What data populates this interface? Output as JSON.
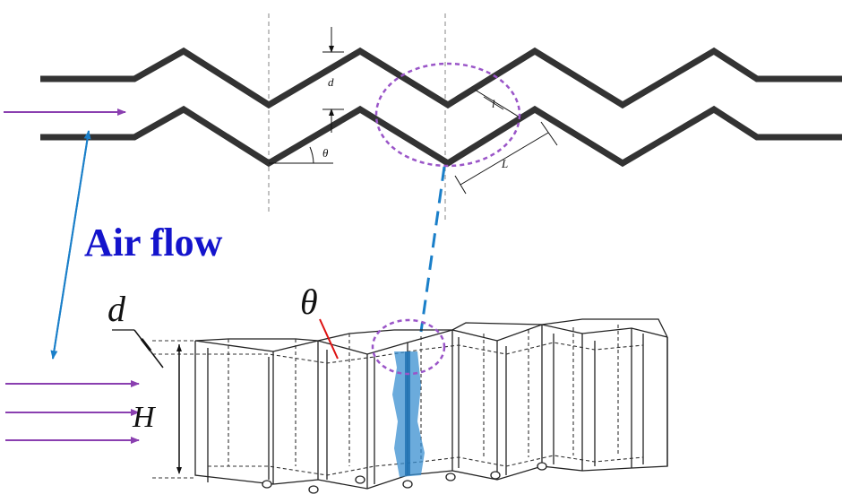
{
  "title": "Air flow",
  "labels": {
    "d_top": "d",
    "theta_top": "θ",
    "l_top": "l",
    "L_top": "L",
    "d_bottom": "d",
    "theta_bottom": "θ",
    "H": "H"
  },
  "colors": {
    "stroke": "#333333",
    "flow_arrow": "#8a3fb0",
    "title": "#1414cc",
    "link_line": "#1a7fc9",
    "highlight_circle": "#9a55c8",
    "water_film": "#3a8fd0",
    "theta_pointer": "#dd1111"
  },
  "icons": [
    "arrow-right-icon",
    "double-arrow-icon"
  ]
}
